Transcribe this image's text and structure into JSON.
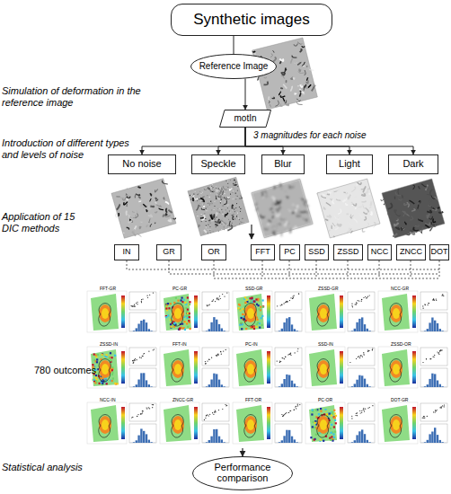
{
  "diagram": {
    "nodes": [
      {
        "text": [
          "Synthetic images"
        ]
      },
      {
        "text": [
          "Reference Image"
        ]
      },
      {
        "text": [
          "motIn"
        ]
      },
      {
        "text": [
          "No noise"
        ]
      },
      {
        "text": [
          "Speckle"
        ]
      },
      {
        "text": [
          "Blur"
        ]
      },
      {
        "text": [
          "Light"
        ]
      },
      {
        "text": [
          "Dark"
        ]
      },
      {
        "text": [
          "IN"
        ]
      },
      {
        "text": [
          "GR"
        ]
      },
      {
        "text": [
          "OR"
        ]
      },
      {
        "text": [
          "FFT"
        ]
      },
      {
        "text": [
          "PC"
        ]
      },
      {
        "text": [
          "SSD"
        ]
      },
      {
        "text": [
          "ZSSD"
        ]
      },
      {
        "text": [
          "NCC"
        ]
      },
      {
        "text": [
          "ZNCC"
        ]
      },
      {
        "text": [
          "DOT"
        ]
      },
      {
        "text": [
          "Performance comparison"
        ]
      }
    ],
    "edges": [
      {
        "from": 0,
        "to": 1,
        "arrow": "none"
      },
      {
        "from": 1,
        "to": 2,
        "arrow": "to"
      },
      {
        "from": 2,
        "to": 3,
        "arrow": "to"
      },
      {
        "from": 2,
        "to": 4,
        "arrow": "to"
      },
      {
        "from": 2,
        "to": 5,
        "arrow": "to"
      },
      {
        "from": 2,
        "to": 6,
        "arrow": "to"
      },
      {
        "from": 2,
        "to": 7,
        "arrow": "to"
      }
    ],
    "labels": [
      "Simulation of deformation in the reference image",
      "3 magnitudes for each noise",
      "Introduction of different types and levels of noise",
      "Application of 15 DIC methods",
      "780 outcomes",
      "Statistical analysis",
      "FFT-GR",
      "PC-GR",
      "SSD-GR",
      "ZSSD-GR",
      "NCC-GR",
      "ZSSD-IN",
      "FFT-IN",
      "PC-IN",
      "SSD-IN",
      "ZSSD-OR",
      "NCC-IN",
      "ZNCC-GR",
      "FFT-OR",
      "PC-OR",
      "DOT-GR"
    ]
  }
}
